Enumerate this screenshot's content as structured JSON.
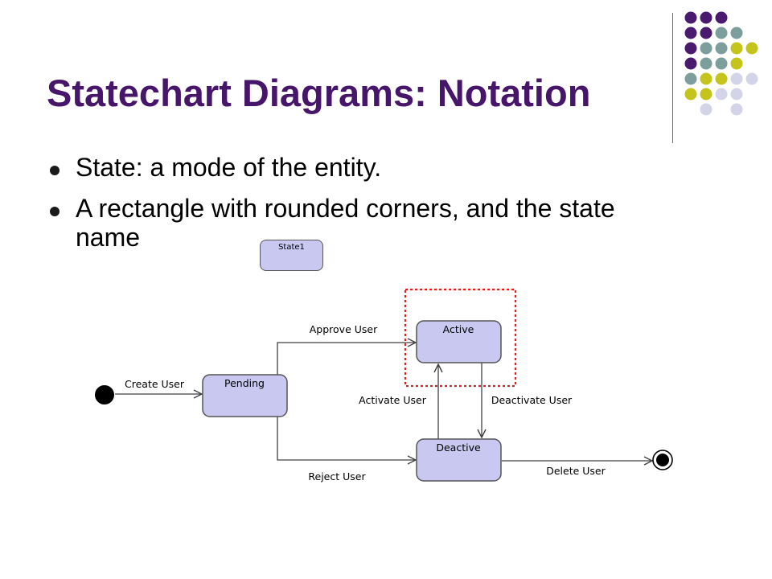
{
  "slide": {
    "title": "Statechart Diagrams: Notation",
    "bullets": [
      "State: a mode of the entity.",
      "A rectangle with rounded corners, and the state name"
    ],
    "sample_state_label": "State1"
  },
  "decor": {
    "dot_colors": {
      "purple": "#4a1a6e",
      "teal": "#7c9e9c",
      "olive": "#c4c41c",
      "lavender": "#d4d4e8"
    }
  },
  "diagram": {
    "states": {
      "pending": "Pending",
      "active": "Active",
      "deactive": "Deactive"
    },
    "transitions": {
      "create": "Create User",
      "approve": "Approve User",
      "reject": "Reject User",
      "activate": "Activate User",
      "deactivate": "Deactivate User",
      "delete": "Delete User"
    },
    "colors": {
      "state_fill": "#c8c8f0",
      "state_border": "#555555",
      "highlight": "#e02020",
      "line": "#404040"
    }
  }
}
